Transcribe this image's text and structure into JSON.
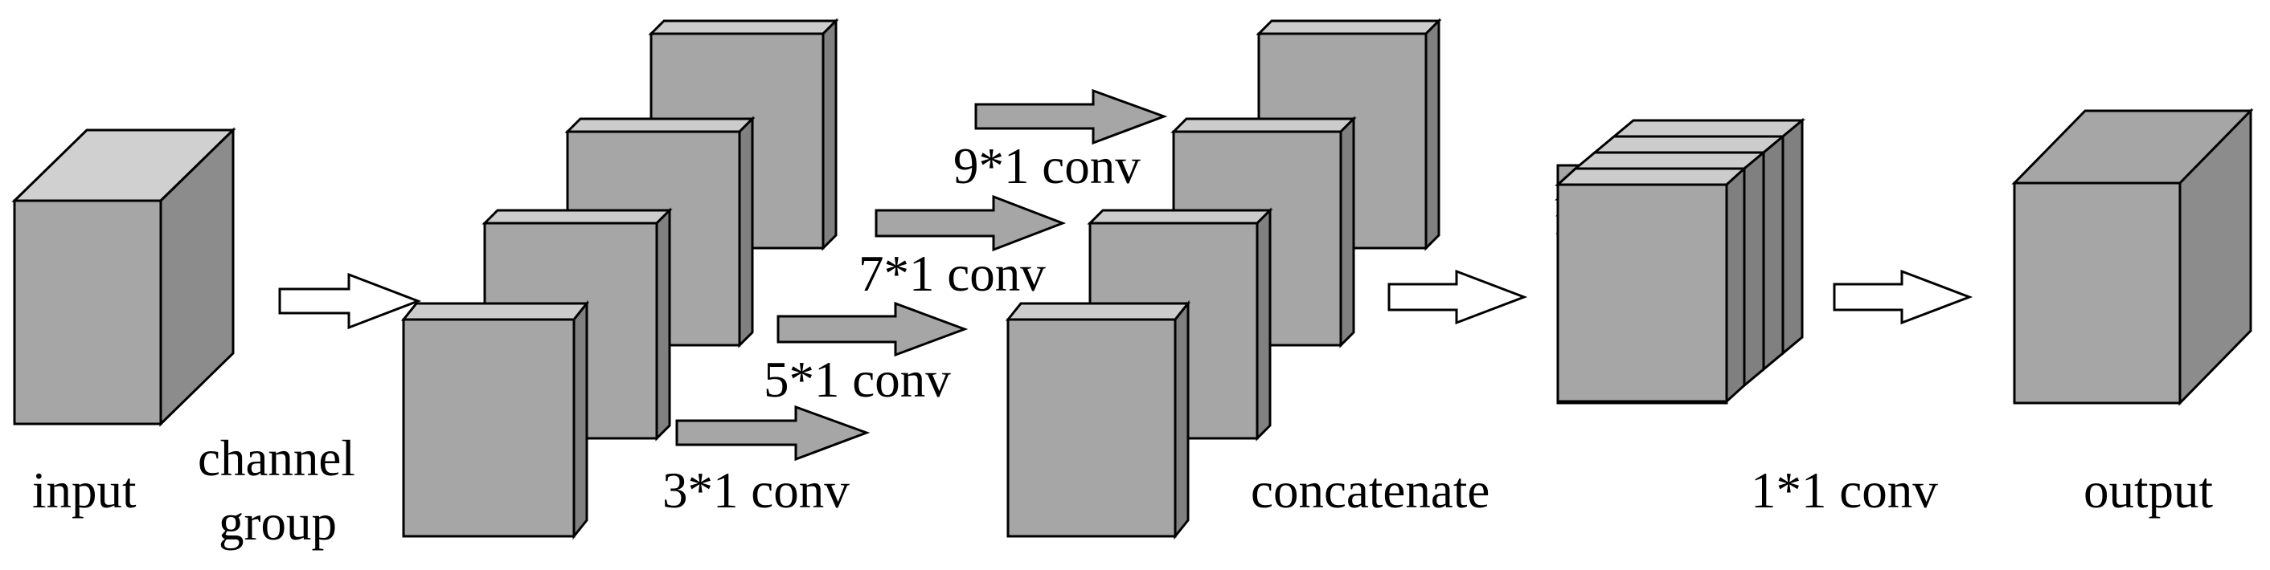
{
  "labels": {
    "input": "input",
    "channel_group_line1": "channel",
    "channel_group_line2": "group",
    "conv3": "3*1 conv",
    "conv5": "5*1 conv",
    "conv7": "7*1 conv",
    "conv9": "9*1 conv",
    "concatenate": "concatenate",
    "conv1x1": "1*1 conv",
    "output": "output"
  },
  "colors": {
    "block_front": "#a6a6a6",
    "block_top": "#cccccc",
    "block_side": "#808080",
    "input_top": "#d0d0d0",
    "input_side": "#8c8c8c",
    "gray_arrow": "#a6a6a6",
    "hollow_arrow": "#ffffff",
    "stroke": "#000000"
  },
  "icons": {
    "hollow_arrow": "right-hollow-arrow-icon",
    "gray_arrow": "right-filled-arrow-icon"
  }
}
